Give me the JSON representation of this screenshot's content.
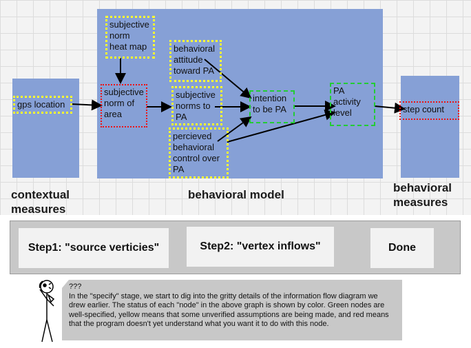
{
  "diagram": {
    "nodes": {
      "gps_location": "gps location",
      "subjective_norm_heat_map": "subjective\nnorm\nheat map",
      "subjective_norm_of_area": "subjective\nnorm of\narea",
      "behavioral_attitude": "behavioral\nattitude\ntoward PA",
      "subjective_norms_to_pa": "subjective\nnorms to\nPA",
      "perceived_behavioral_control": "percieved\nbehavioral\ncontrol over\nPA",
      "intention": "intention\nto be PA",
      "pa_activity_level": "PA\nactivity\nlevel",
      "step_count": "step count"
    },
    "sections": {
      "contextual": "contextual\nmeasures",
      "behavioral_model": "behavioral model",
      "behavioral_measures": "behavioral\nmeasures"
    },
    "colors": {
      "panel": "#86a0d6",
      "green_node": "#22cc33",
      "yellow_node": "#ffff33",
      "red_node": "#ee1111"
    }
  },
  "toolbar": {
    "step1_label": "Step1: \"source verticies\"",
    "step2_label": "Step2: \"vertex inflows\"",
    "done_label": "Done"
  },
  "narrator": {
    "icon": "stick-figure-thinking-icon",
    "question": "???",
    "message": "In the \"specify\" stage, we start to dig into the gritty details of the information flow diagram we drew earlier. The status of each \"node\" in the above graph is shown by color. Green nodes are well-specified, yellow means that some unverified assumptions are being made, and red means that the program doesn't yet understand what you want it to do with this node."
  }
}
